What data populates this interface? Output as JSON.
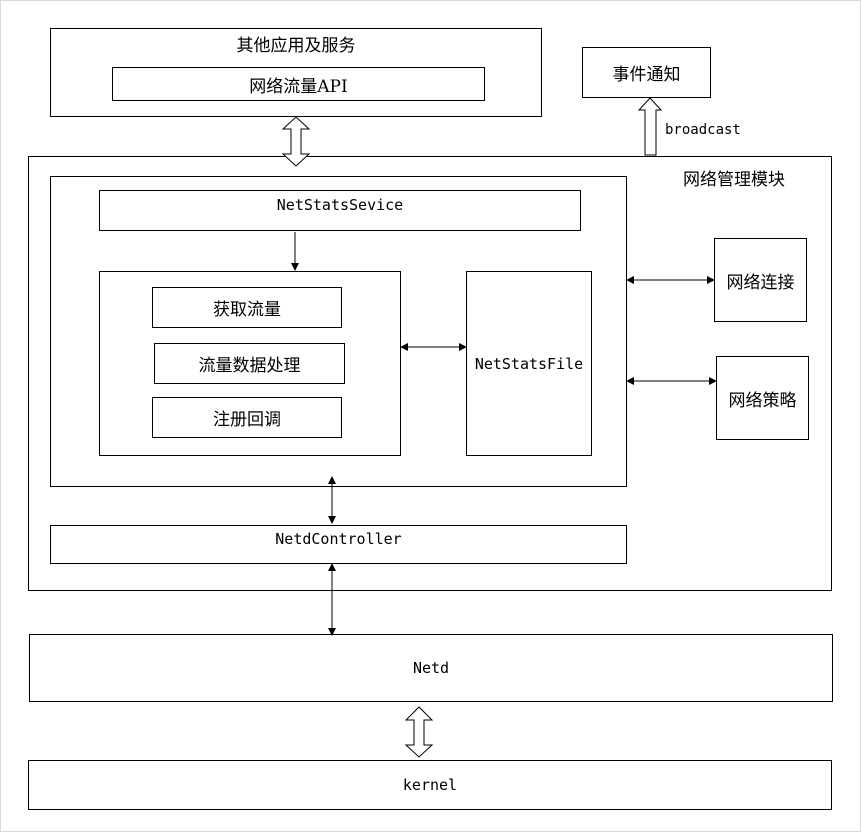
{
  "other_apps": {
    "title": "其他应用及服务",
    "api": "网络流量API"
  },
  "event_notify": "事件通知",
  "broadcast": "broadcast",
  "net_mgmt": {
    "title": "网络管理模块",
    "service": "NetStatsSevice",
    "functions": [
      "获取流量",
      "流量数据处理",
      "注册回调"
    ],
    "file": "NetStatsFile",
    "controller": "NetdController"
  },
  "net_connect": "网络连接",
  "net_policy": "网络策略",
  "netd": "Netd",
  "kernel": "kernel"
}
